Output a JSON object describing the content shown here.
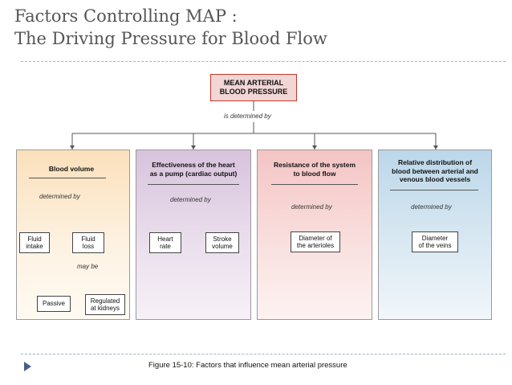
{
  "slide": {
    "title_line1": "Factors Controlling MAP :",
    "title_line2": "The Driving Pressure for Blood Flow",
    "caption": "Figure 15-10: Factors that influence mean arterial pressure"
  },
  "diagram": {
    "root": {
      "line1": "MEAN ARTERIAL",
      "line2": "BLOOD PRESSURE"
    },
    "root_connector": "is determined by",
    "panels": [
      {
        "title": "Blood volume",
        "connector": "determined by",
        "children": [
          {
            "line1": "Fluid",
            "line2": "intake"
          },
          {
            "line1": "Fluid",
            "line2": "loss"
          }
        ],
        "sub_connector": "may be",
        "grandchildren": [
          {
            "line1": "Passive",
            "line2": ""
          },
          {
            "line1": "Regulated",
            "line2": "at kidneys"
          }
        ]
      },
      {
        "title_line1": "Effectiveness of the heart",
        "title_line2": "as a pump (cardiac output)",
        "connector": "determined by",
        "children": [
          {
            "line1": "Heart",
            "line2": "rate"
          },
          {
            "line1": "Stroke",
            "line2": "volume"
          }
        ]
      },
      {
        "title_line1": "Resistance of the system",
        "title_line2": "to blood flow",
        "connector": "determined by",
        "children": [
          {
            "line1": "Diameter of",
            "line2": "the arterioles"
          }
        ]
      },
      {
        "title_line1": "Relative distribution of",
        "title_line2": "blood between arterial and",
        "title_line3": "venous blood vessels",
        "connector": "determined by",
        "children": [
          {
            "line1": "Diameter",
            "line2": "of the veins"
          }
        ]
      }
    ]
  }
}
